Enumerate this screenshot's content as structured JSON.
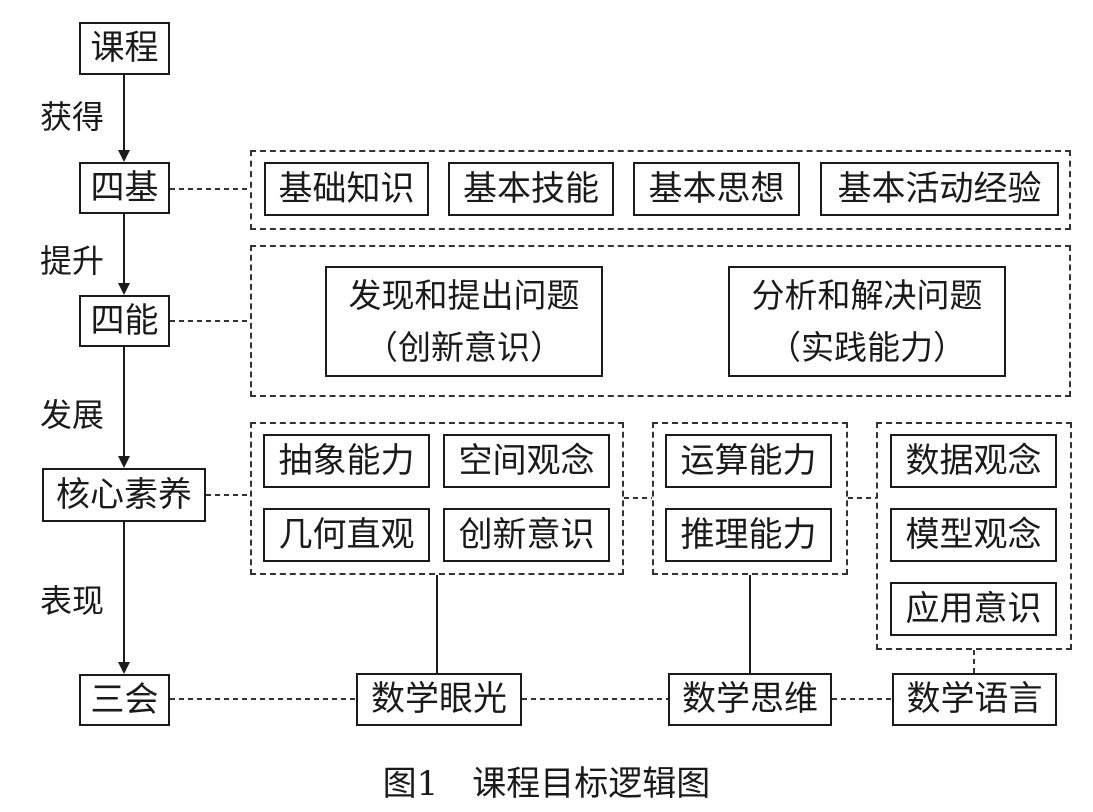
{
  "left_column": {
    "course": "课程",
    "four_bases": "四基",
    "four_abilities": "四能",
    "core_literacy": "核心素养",
    "three_can": "三会"
  },
  "arrow_labels": {
    "obtain": "获得",
    "improve": "提升",
    "develop": "发展",
    "manifest": "表现"
  },
  "four_bases_items": [
    "基础知识",
    "基本技能",
    "基本思想",
    "基本活动经验"
  ],
  "four_abilities_items": [
    {
      "line1": "发现和提出问题",
      "line2": "（创新意识）"
    },
    {
      "line1": "分析和解决问题",
      "line2": "（实践能力）"
    }
  ],
  "core_groups": {
    "eye": [
      "抽象能力",
      "空间观念",
      "几何直观",
      "创新意识"
    ],
    "thinking": [
      "运算能力",
      "推理能力"
    ],
    "language": [
      "数据观念",
      "模型观念",
      "应用意识"
    ]
  },
  "three_can_items": [
    "数学眼光",
    "数学思维",
    "数学语言"
  ],
  "caption": "图1　课程目标逻辑图"
}
